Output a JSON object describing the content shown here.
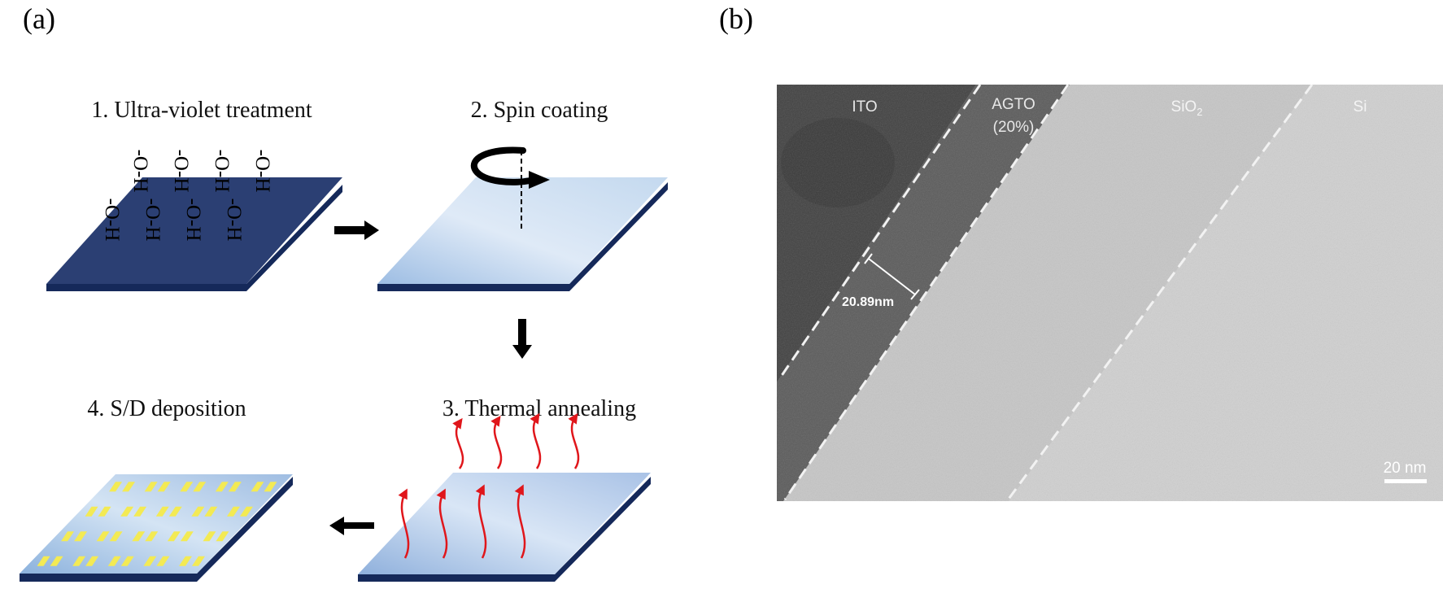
{
  "panel_a": {
    "label": "(a)",
    "steps": [
      {
        "label": "1. Ultra-violet treatment"
      },
      {
        "label": "2. Spin coating"
      },
      {
        "label": "3. Thermal annealing"
      },
      {
        "label": "4. S/D deposition"
      }
    ],
    "hydroxyl": "-O-H"
  },
  "panel_b": {
    "label": "(b)",
    "layers": {
      "ito": "ITO",
      "agto": "AGTO",
      "agto_pct": "(20%)",
      "sio2_main": "SiO",
      "sio2_sub": "2",
      "si": "Si"
    },
    "thickness": "20.89nm",
    "scale_bar": "20 nm"
  },
  "colors": {
    "substrate_top": "#2b3f73",
    "substrate_edge": "#15295a",
    "coating_light": "#e8f2fb",
    "coating_mid": "#a9c7e8",
    "heat_arrow": "#e0161b",
    "electrode": "#f3ea54",
    "tem_dark": "#3c3c3c",
    "tem_light": "#cfcfcf"
  }
}
